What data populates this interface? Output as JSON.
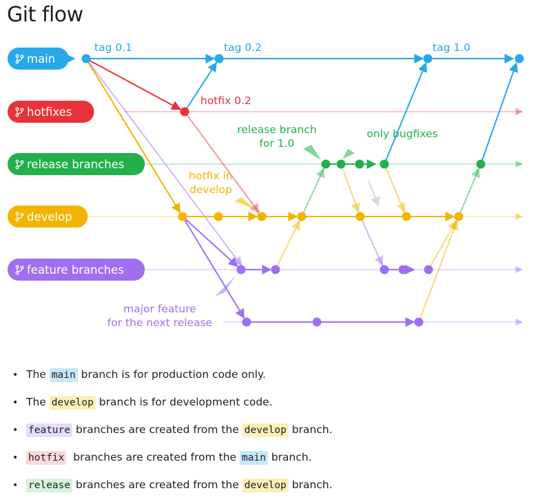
{
  "title": "Git flow",
  "colors": {
    "main": "#29a7e8",
    "hotfix": "#e8323a",
    "release": "#22b04c",
    "develop": "#f2b400",
    "feature": "#9f6ff0"
  },
  "lanes": [
    {
      "key": "main",
      "label": "main",
      "icon": "branch-icon"
    },
    {
      "key": "hotfix",
      "label": "hotfixes",
      "icon": "branch-icon"
    },
    {
      "key": "release",
      "label": "release branches",
      "icon": "branch-icon"
    },
    {
      "key": "develop",
      "label": "develop",
      "icon": "branch-icon"
    },
    {
      "key": "feature",
      "label": "feature branches",
      "icon": "branch-icon"
    }
  ],
  "annotations": {
    "tag01": "tag 0.1",
    "tag02": "tag 0.2",
    "tag10": "tag 1.0",
    "hotfix02": "hotfix 0.2",
    "release_branch_1": "release branch",
    "release_branch_2": "for 1.0",
    "only_bugfixes": "only bugfixes",
    "hotfix_in_1": "hotfix in",
    "hotfix_in_2": "develop",
    "major_feature_1": "major feature",
    "major_feature_2": "for the next release"
  },
  "bullets": [
    {
      "p1": "The ",
      "code": "main",
      "cls": "c-main",
      "p2": " branch is for production code only."
    },
    {
      "p1": "The ",
      "code": "develop",
      "cls": "c-develop",
      "p2": " branch is for development code."
    },
    {
      "p1": "",
      "code": "feature",
      "cls": "c-feature",
      "p2": " branches are created from the ",
      "code2": "develop",
      "cls2": "c-develop",
      "p3": " branch."
    },
    {
      "p1": "",
      "code": "hotfix",
      "cls": "c-hotfix",
      "p2": "  branches are created from the ",
      "code2": "main",
      "cls2": "c-main",
      "p3": " branch."
    },
    {
      "p1": "",
      "code": "release",
      "cls": "c-release",
      "p2": " branches are created from the ",
      "code2": "develop",
      "cls2": "c-develop",
      "p3": " branch."
    }
  ]
}
